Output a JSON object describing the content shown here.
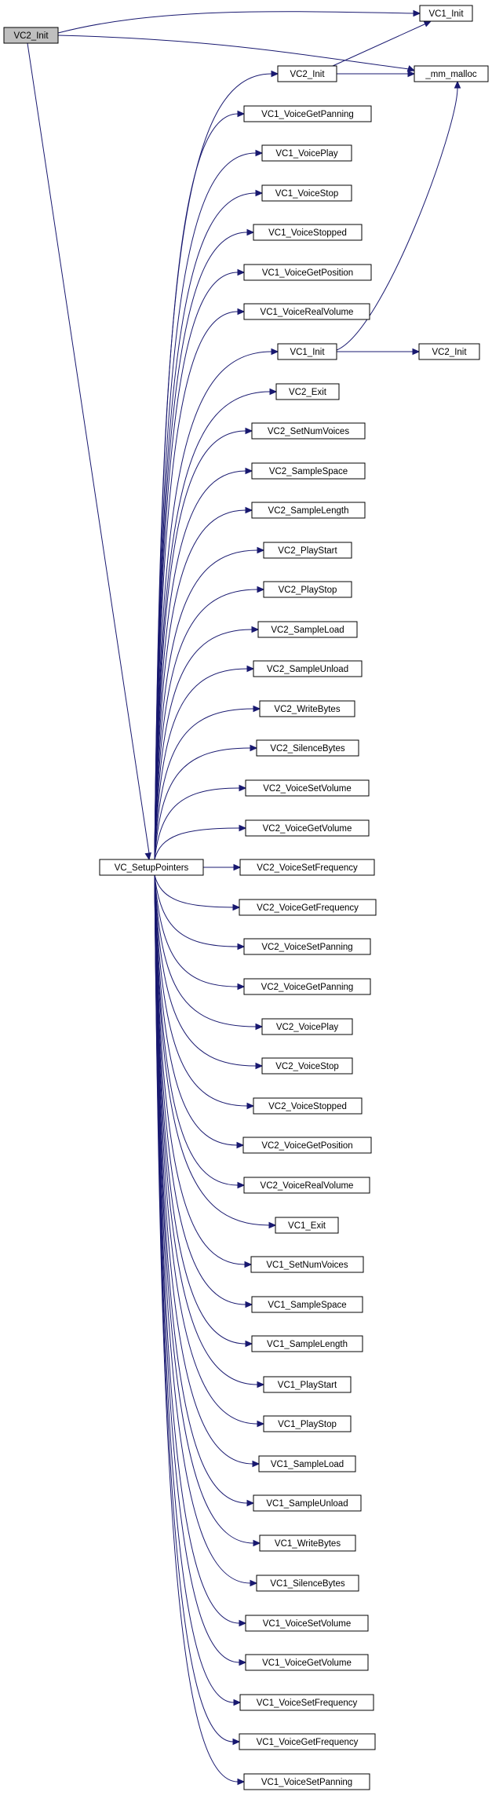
{
  "colors": {
    "edge": "#191970",
    "node_fill": "#ffffff",
    "root_fill": "#bfbfbf",
    "border": "#000000",
    "background": "#ffffff"
  },
  "nodes": [
    {
      "id": "root",
      "label": "VC2_Init",
      "root": true
    },
    {
      "id": "vc1_init_a",
      "label": "VC1_Init"
    },
    {
      "id": "mm_malloc",
      "label": "_mm_malloc"
    },
    {
      "id": "vc2_init_b",
      "label": "VC2_Init"
    },
    {
      "id": "vc1_voicegetpanning",
      "label": "VC1_VoiceGetPanning"
    },
    {
      "id": "vc1_voiceplay",
      "label": "VC1_VoicePlay"
    },
    {
      "id": "vc1_voicestop",
      "label": "VC1_VoiceStop"
    },
    {
      "id": "vc1_voicestopped",
      "label": "VC1_VoiceStopped"
    },
    {
      "id": "vc1_voicegetposition",
      "label": "VC1_VoiceGetPosition"
    },
    {
      "id": "vc1_voicerealvolume",
      "label": "VC1_VoiceRealVolume"
    },
    {
      "id": "vc1_init_b",
      "label": "VC1_Init"
    },
    {
      "id": "vc2_init_c",
      "label": "VC2_Init"
    },
    {
      "id": "vc2_exit",
      "label": "VC2_Exit"
    },
    {
      "id": "vc2_setnumvoices",
      "label": "VC2_SetNumVoices"
    },
    {
      "id": "vc2_samplespace",
      "label": "VC2_SampleSpace"
    },
    {
      "id": "vc2_samplelength",
      "label": "VC2_SampleLength"
    },
    {
      "id": "vc2_playstart",
      "label": "VC2_PlayStart"
    },
    {
      "id": "vc2_playstop",
      "label": "VC2_PlayStop"
    },
    {
      "id": "vc2_sampleload",
      "label": "VC2_SampleLoad"
    },
    {
      "id": "vc2_sampleunload",
      "label": "VC2_SampleUnload"
    },
    {
      "id": "vc2_writebytes",
      "label": "VC2_WriteBytes"
    },
    {
      "id": "vc2_silencebytes",
      "label": "VC2_SilenceBytes"
    },
    {
      "id": "vc2_voicesetvolume",
      "label": "VC2_VoiceSetVolume"
    },
    {
      "id": "vc2_voicegetvolume",
      "label": "VC2_VoiceGetVolume"
    },
    {
      "id": "vc_setuppointers",
      "label": "VC_SetupPointers"
    },
    {
      "id": "vc2_voicesetfrequency",
      "label": "VC2_VoiceSetFrequency"
    },
    {
      "id": "vc2_voicegetfrequency",
      "label": "VC2_VoiceGetFrequency"
    },
    {
      "id": "vc2_voicesetpanning",
      "label": "VC2_VoiceSetPanning"
    },
    {
      "id": "vc2_voicegetpanning",
      "label": "VC2_VoiceGetPanning"
    },
    {
      "id": "vc2_voiceplay",
      "label": "VC2_VoicePlay"
    },
    {
      "id": "vc2_voicestop",
      "label": "VC2_VoiceStop"
    },
    {
      "id": "vc2_voicestopped",
      "label": "VC2_VoiceStopped"
    },
    {
      "id": "vc2_voicegetposition",
      "label": "VC2_VoiceGetPosition"
    },
    {
      "id": "vc2_voicerealvolume",
      "label": "VC2_VoiceRealVolume"
    },
    {
      "id": "vc1_exit",
      "label": "VC1_Exit"
    },
    {
      "id": "vc1_setnumvoices",
      "label": "VC1_SetNumVoices"
    },
    {
      "id": "vc1_samplespace",
      "label": "VC1_SampleSpace"
    },
    {
      "id": "vc1_samplelength",
      "label": "VC1_SampleLength"
    },
    {
      "id": "vc1_playstart",
      "label": "VC1_PlayStart"
    },
    {
      "id": "vc1_playstop",
      "label": "VC1_PlayStop"
    },
    {
      "id": "vc1_sampleload",
      "label": "VC1_SampleLoad"
    },
    {
      "id": "vc1_sampleunload",
      "label": "VC1_SampleUnload"
    },
    {
      "id": "vc1_writebytes",
      "label": "VC1_WriteBytes"
    },
    {
      "id": "vc1_silencebytes",
      "label": "VC1_SilenceBytes"
    },
    {
      "id": "vc1_voicesetvolume",
      "label": "VC1_VoiceSetVolume"
    },
    {
      "id": "vc1_voicegetvolume",
      "label": "VC1_VoiceGetVolume"
    },
    {
      "id": "vc1_voicesetfrequency",
      "label": "VC1_VoiceSetFrequency"
    },
    {
      "id": "vc1_voicegetfrequency",
      "label": "VC1_VoiceGetFrequency"
    },
    {
      "id": "vc1_voicesetpanning",
      "label": "VC1_VoiceSetPanning"
    }
  ],
  "edges": [
    {
      "from": "root",
      "to": "vc1_init_a"
    },
    {
      "from": "root",
      "to": "mm_malloc"
    },
    {
      "from": "root",
      "to": "vc_setuppointers"
    },
    {
      "from": "vc2_init_b",
      "to": "vc1_init_a"
    },
    {
      "from": "vc2_init_b",
      "to": "mm_malloc"
    },
    {
      "from": "vc1_init_b",
      "to": "mm_malloc"
    },
    {
      "from": "vc1_init_b",
      "to": "vc2_init_c"
    },
    {
      "from": "vc_setuppointers",
      "to": "vc2_init_b"
    },
    {
      "from": "vc_setuppointers",
      "to": "vc1_voicegetpanning"
    },
    {
      "from": "vc_setuppointers",
      "to": "vc1_voiceplay"
    },
    {
      "from": "vc_setuppointers",
      "to": "vc1_voicestop"
    },
    {
      "from": "vc_setuppointers",
      "to": "vc1_voicestopped"
    },
    {
      "from": "vc_setuppointers",
      "to": "vc1_voicegetposition"
    },
    {
      "from": "vc_setuppointers",
      "to": "vc1_voicerealvolume"
    },
    {
      "from": "vc_setuppointers",
      "to": "vc1_init_b"
    },
    {
      "from": "vc_setuppointers",
      "to": "vc2_exit"
    },
    {
      "from": "vc_setuppointers",
      "to": "vc2_setnumvoices"
    },
    {
      "from": "vc_setuppointers",
      "to": "vc2_samplespace"
    },
    {
      "from": "vc_setuppointers",
      "to": "vc2_samplelength"
    },
    {
      "from": "vc_setuppointers",
      "to": "vc2_playstart"
    },
    {
      "from": "vc_setuppointers",
      "to": "vc2_playstop"
    },
    {
      "from": "vc_setuppointers",
      "to": "vc2_sampleload"
    },
    {
      "from": "vc_setuppointers",
      "to": "vc2_sampleunload"
    },
    {
      "from": "vc_setuppointers",
      "to": "vc2_writebytes"
    },
    {
      "from": "vc_setuppointers",
      "to": "vc2_silencebytes"
    },
    {
      "from": "vc_setuppointers",
      "to": "vc2_voicesetvolume"
    },
    {
      "from": "vc_setuppointers",
      "to": "vc2_voicegetvolume"
    },
    {
      "from": "vc_setuppointers",
      "to": "vc2_voicesetfrequency"
    },
    {
      "from": "vc_setuppointers",
      "to": "vc2_voicegetfrequency"
    },
    {
      "from": "vc_setuppointers",
      "to": "vc2_voicesetpanning"
    },
    {
      "from": "vc_setuppointers",
      "to": "vc2_voicegetpanning"
    },
    {
      "from": "vc_setuppointers",
      "to": "vc2_voiceplay"
    },
    {
      "from": "vc_setuppointers",
      "to": "vc2_voicestop"
    },
    {
      "from": "vc_setuppointers",
      "to": "vc2_voicestopped"
    },
    {
      "from": "vc_setuppointers",
      "to": "vc2_voicegetposition"
    },
    {
      "from": "vc_setuppointers",
      "to": "vc2_voicerealvolume"
    },
    {
      "from": "vc_setuppointers",
      "to": "vc1_exit"
    },
    {
      "from": "vc_setuppointers",
      "to": "vc1_setnumvoices"
    },
    {
      "from": "vc_setuppointers",
      "to": "vc1_samplespace"
    },
    {
      "from": "vc_setuppointers",
      "to": "vc1_samplelength"
    },
    {
      "from": "vc_setuppointers",
      "to": "vc1_playstart"
    },
    {
      "from": "vc_setuppointers",
      "to": "vc1_playstop"
    },
    {
      "from": "vc_setuppointers",
      "to": "vc1_sampleload"
    },
    {
      "from": "vc_setuppointers",
      "to": "vc1_sampleunload"
    },
    {
      "from": "vc_setuppointers",
      "to": "vc1_writebytes"
    },
    {
      "from": "vc_setuppointers",
      "to": "vc1_silencebytes"
    },
    {
      "from": "vc_setuppointers",
      "to": "vc1_voicesetvolume"
    },
    {
      "from": "vc_setuppointers",
      "to": "vc1_voicegetvolume"
    },
    {
      "from": "vc_setuppointers",
      "to": "vc1_voicesetfrequency"
    },
    {
      "from": "vc_setuppointers",
      "to": "vc1_voicegetfrequency"
    },
    {
      "from": "vc_setuppointers",
      "to": "vc1_voicesetpanning"
    }
  ]
}
